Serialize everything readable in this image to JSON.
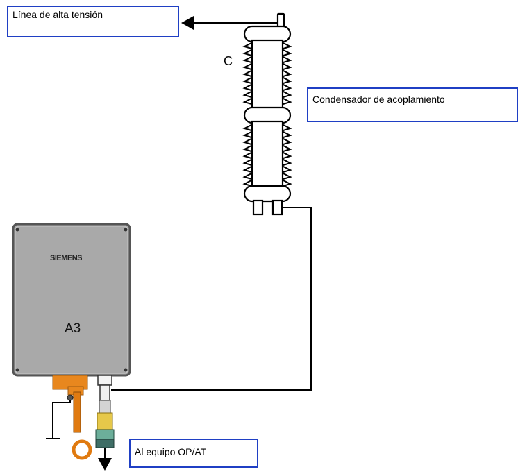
{
  "labels": {
    "high_voltage_line": "Línea de alta tensión",
    "coupling_capacitor": "Condensador de acoplamiento",
    "to_equipment": "Al equipo OP/AT",
    "capacitor_symbol": "C"
  },
  "device": {
    "brand": "SIEMENS",
    "name": "A3"
  },
  "colors": {
    "box_border": "#1f3fc4",
    "cabinet_fill": "#a9a9a9",
    "terminal_orange": "#e8871e",
    "wire": "#000000"
  }
}
